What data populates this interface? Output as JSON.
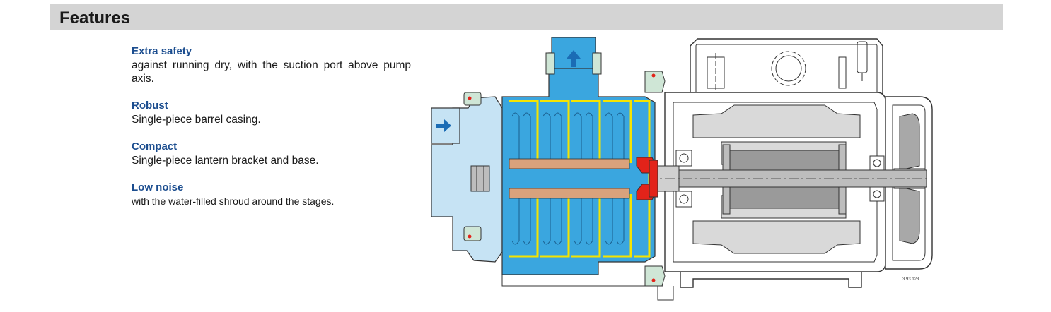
{
  "header": {
    "title": "Features"
  },
  "features": [
    {
      "title": "Extra safety",
      "description": "against running dry, with the suction port above pump axis."
    },
    {
      "title": "Robust",
      "description": "Single-piece barrel casing."
    },
    {
      "title": "Compact",
      "description": "Single-piece lantern bracket and base."
    },
    {
      "title": "Low noise",
      "description": "with the water-filled shroud around the stages."
    }
  ],
  "diagram": {
    "drawing_code": "3.93.123",
    "colors": {
      "water": "#3aa6df",
      "inlet_water": "#c6e3f4",
      "impeller_edge": "#f5e400",
      "seal": "#e2231a",
      "diffuser": "#d9a27c",
      "green_parts": "#cfe6d6",
      "motor_gray": "#d9d9d9",
      "arrow": "#1b6cb5"
    }
  }
}
